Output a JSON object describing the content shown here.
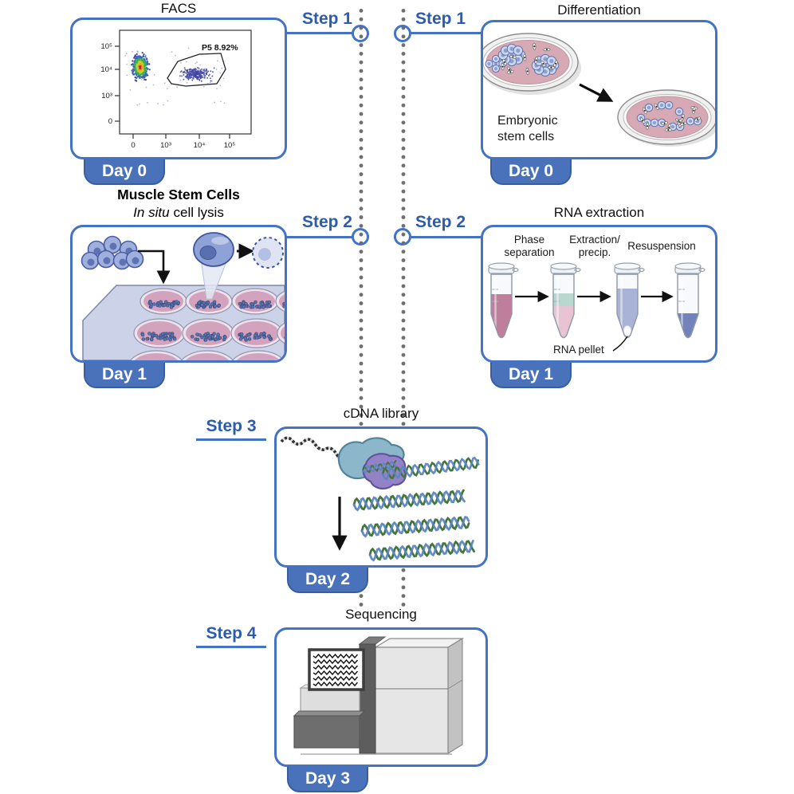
{
  "step_labels": {
    "left": [
      "Step 1",
      "Step 2"
    ],
    "right": [
      "Step 1",
      "Step 2"
    ],
    "center": [
      "Step 3",
      "Step 4"
    ]
  },
  "panels": {
    "facs": {
      "title": "FACS",
      "day": "Day 0",
      "plot": {
        "gate_label": "P5 8.92%",
        "y_ticks": [
          "10⁵",
          "10⁴",
          "10³",
          "0"
        ],
        "x_ticks": [
          "0",
          "10³",
          "10⁴",
          "10⁵"
        ]
      }
    },
    "muscle_lysis": {
      "heading": "Muscle Stem Cells",
      "subheading_italic": "In situ",
      "subheading_rest": "cell lysis",
      "day": "Day 1"
    },
    "differentiation": {
      "title": "Differentiation",
      "label_line1": "Embryonic",
      "label_line2": "stem cells",
      "day": "Day 0"
    },
    "rna_extraction": {
      "title": "RNA extraction",
      "stages": [
        {
          "line1": "Phase",
          "line2": "separation"
        },
        {
          "line1": "Extraction/",
          "line2": "precip."
        },
        {
          "line1": "Resuspension",
          "line2": ""
        }
      ],
      "pellet_label": "RNA pellet",
      "day": "Day 1"
    },
    "cdna_library": {
      "title": "cDNA library",
      "day": "Day 2"
    },
    "sequencing": {
      "title": "Sequencing",
      "day": "Day 3"
    }
  },
  "colors": {
    "panel_border": "#4472c4",
    "step_text": "#2d5cab",
    "badge_bg": "#4a72ba",
    "badge_text": "#ffffff",
    "dotted_line": "#6e6e6e"
  }
}
